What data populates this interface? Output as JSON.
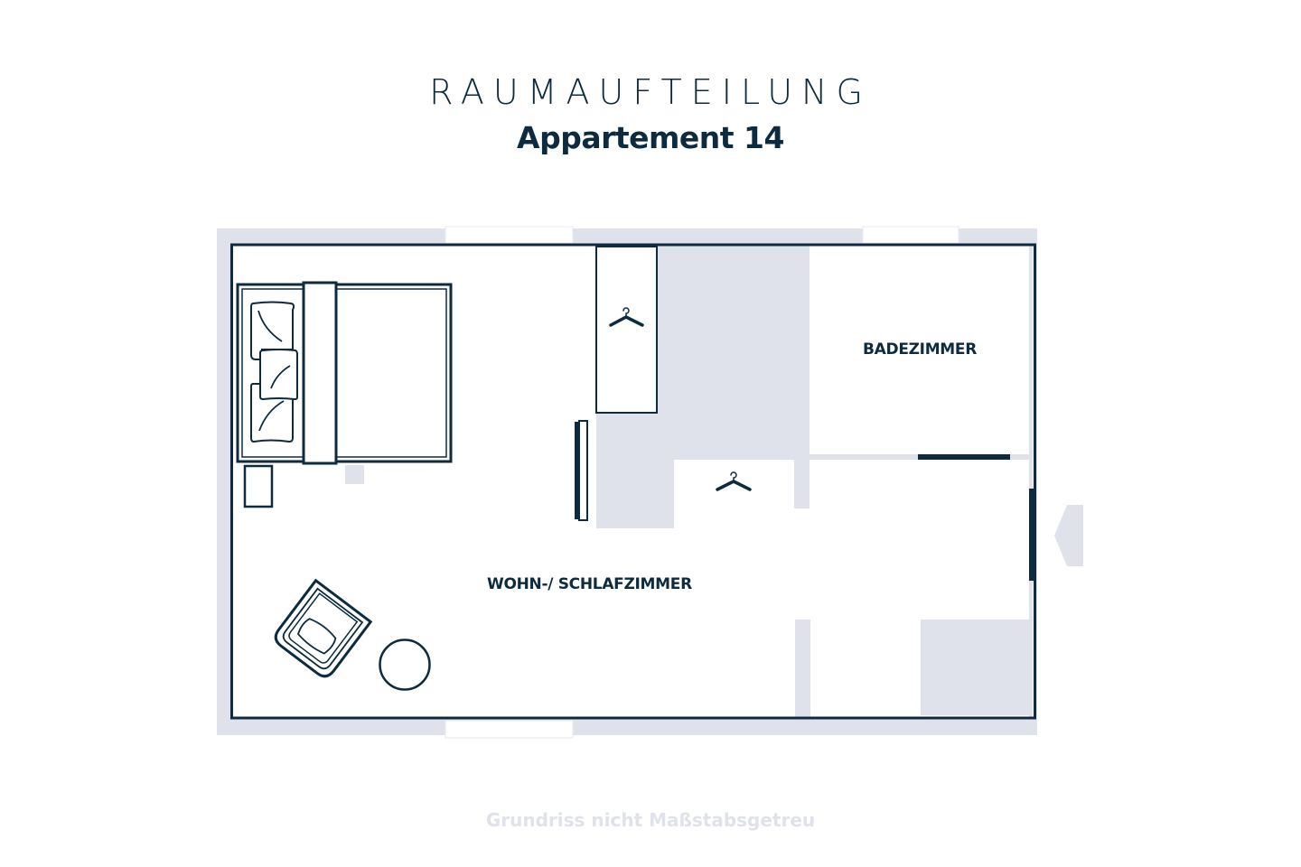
{
  "header": {
    "title": "RAUMAUFTEILUNG",
    "subtitle": "Appartement 14"
  },
  "colors": {
    "wall_dark": "#0d2b40",
    "wall_light": "#dfe2ea",
    "background": "#ffffff"
  },
  "rooms": [
    {
      "id": "bathroom",
      "label": "BADEZIMMER"
    },
    {
      "id": "living-bedroom",
      "label": "WOHN-/ SCHLAFZIMMER"
    }
  ],
  "furniture": [
    {
      "type": "double-bed",
      "icon": "bed-icon"
    },
    {
      "type": "nightstand",
      "icon": "nightstand-icon"
    },
    {
      "type": "wardrobe",
      "icon": "hanger-icon"
    },
    {
      "type": "coat-rack",
      "icon": "hanger-icon"
    },
    {
      "type": "tv-board",
      "icon": "tv-icon"
    },
    {
      "type": "armchair",
      "icon": "armchair-icon"
    },
    {
      "type": "side-table",
      "icon": "round-table-icon"
    }
  ],
  "entrance": {
    "icon": "entrance-arrow-icon"
  },
  "footer": {
    "note": "Grundriss nicht Maßstabsgetreu"
  }
}
